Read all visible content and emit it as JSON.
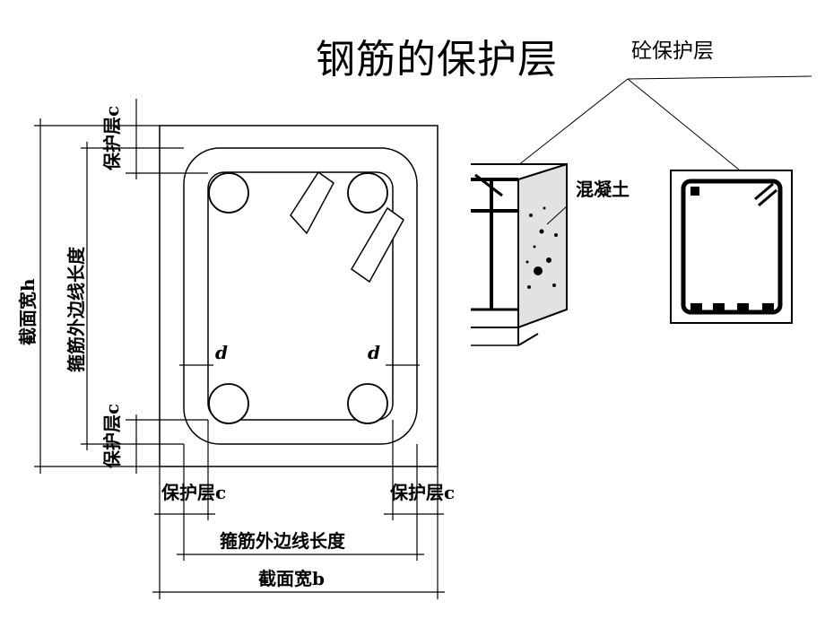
{
  "title": "钢筋的保护层",
  "subtitle": "砼保护层",
  "labels": {
    "cover_top": "保护层c",
    "cover_bottom": "保护层c",
    "cover_left": "保护层c",
    "cover_right": "保护层c",
    "section_height": "截面宽h",
    "stirrup_height": "箍筋外边线长度",
    "stirrup_width": "箍筋外边线长度",
    "section_width": "截面宽b",
    "d_left": "d",
    "d_right": "d",
    "concrete": "混凝土"
  },
  "colors": {
    "ink": "#000000",
    "concrete_fill": "#d8d8d8",
    "background": "#ffffff"
  }
}
